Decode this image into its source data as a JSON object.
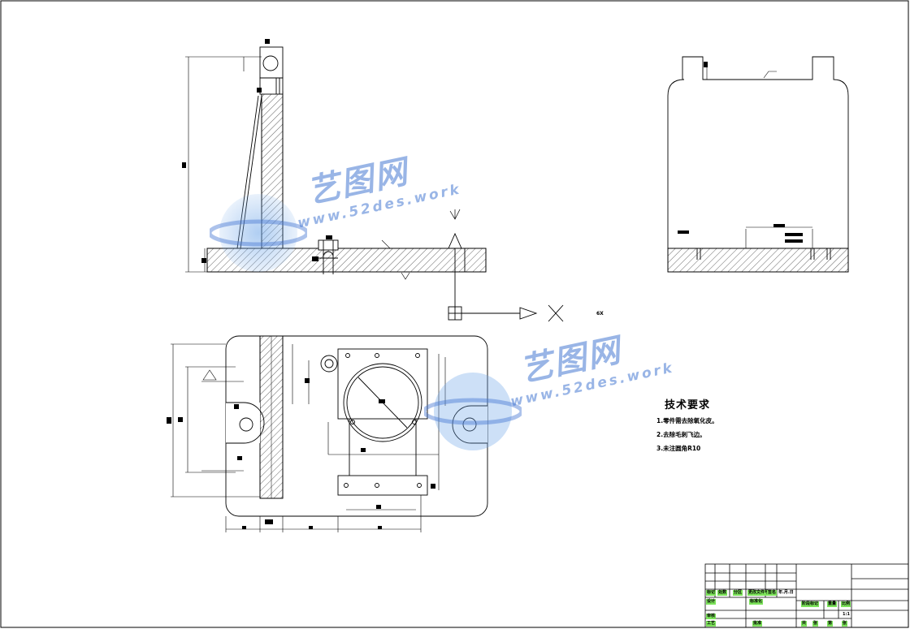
{
  "drawing": {
    "tech_requirements": {
      "title": "技术要求",
      "items": [
        "1.零件需去除氧化皮。",
        "2.去除毛刺飞边。",
        "3.未注圆角R10"
      ]
    },
    "watermarks": [
      {
        "cn": "艺图网",
        "url": "www.52des.work"
      },
      {
        "cn": "艺图网",
        "url": "www.52des.work"
      }
    ],
    "side_label": "6X",
    "title_block": {
      "row_a": [
        "标记",
        "处数",
        "分区",
        "更改文件号",
        "签名",
        "年.月.日"
      ],
      "labels_b": [
        "设计",
        "标准化",
        "阶段标记",
        "重量",
        "比例"
      ],
      "labels_c": [
        "审核",
        "工艺",
        "批准",
        "共",
        "张",
        "第",
        "张"
      ],
      "scale": "1:1"
    },
    "colors": {
      "line": "#000000",
      "highlight": "#7ce35a",
      "watermark": "#4678d2"
    }
  }
}
